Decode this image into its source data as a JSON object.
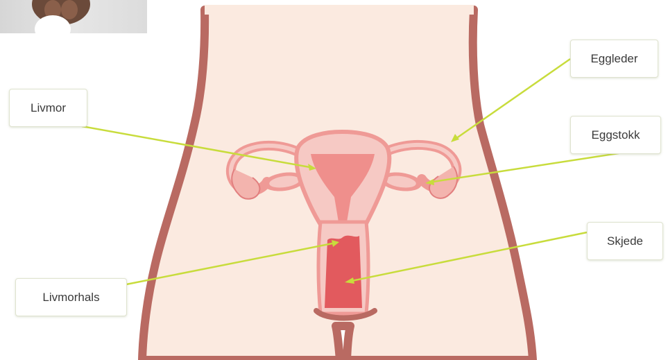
{
  "labels": {
    "livmor": "Livmor",
    "eggleder": "Eggleder",
    "eggstokk": "Eggstokk",
    "skjede": "Skjede",
    "livmorhals": "Livmorhals"
  },
  "colors": {
    "body_fill": "#fbeae0",
    "body_outline": "#b96a62",
    "organ_light": "#f6c9c4",
    "organ_mid": "#ef9a96",
    "organ_dark": "#e25a5e",
    "leader_line": "#c8dc3c"
  }
}
